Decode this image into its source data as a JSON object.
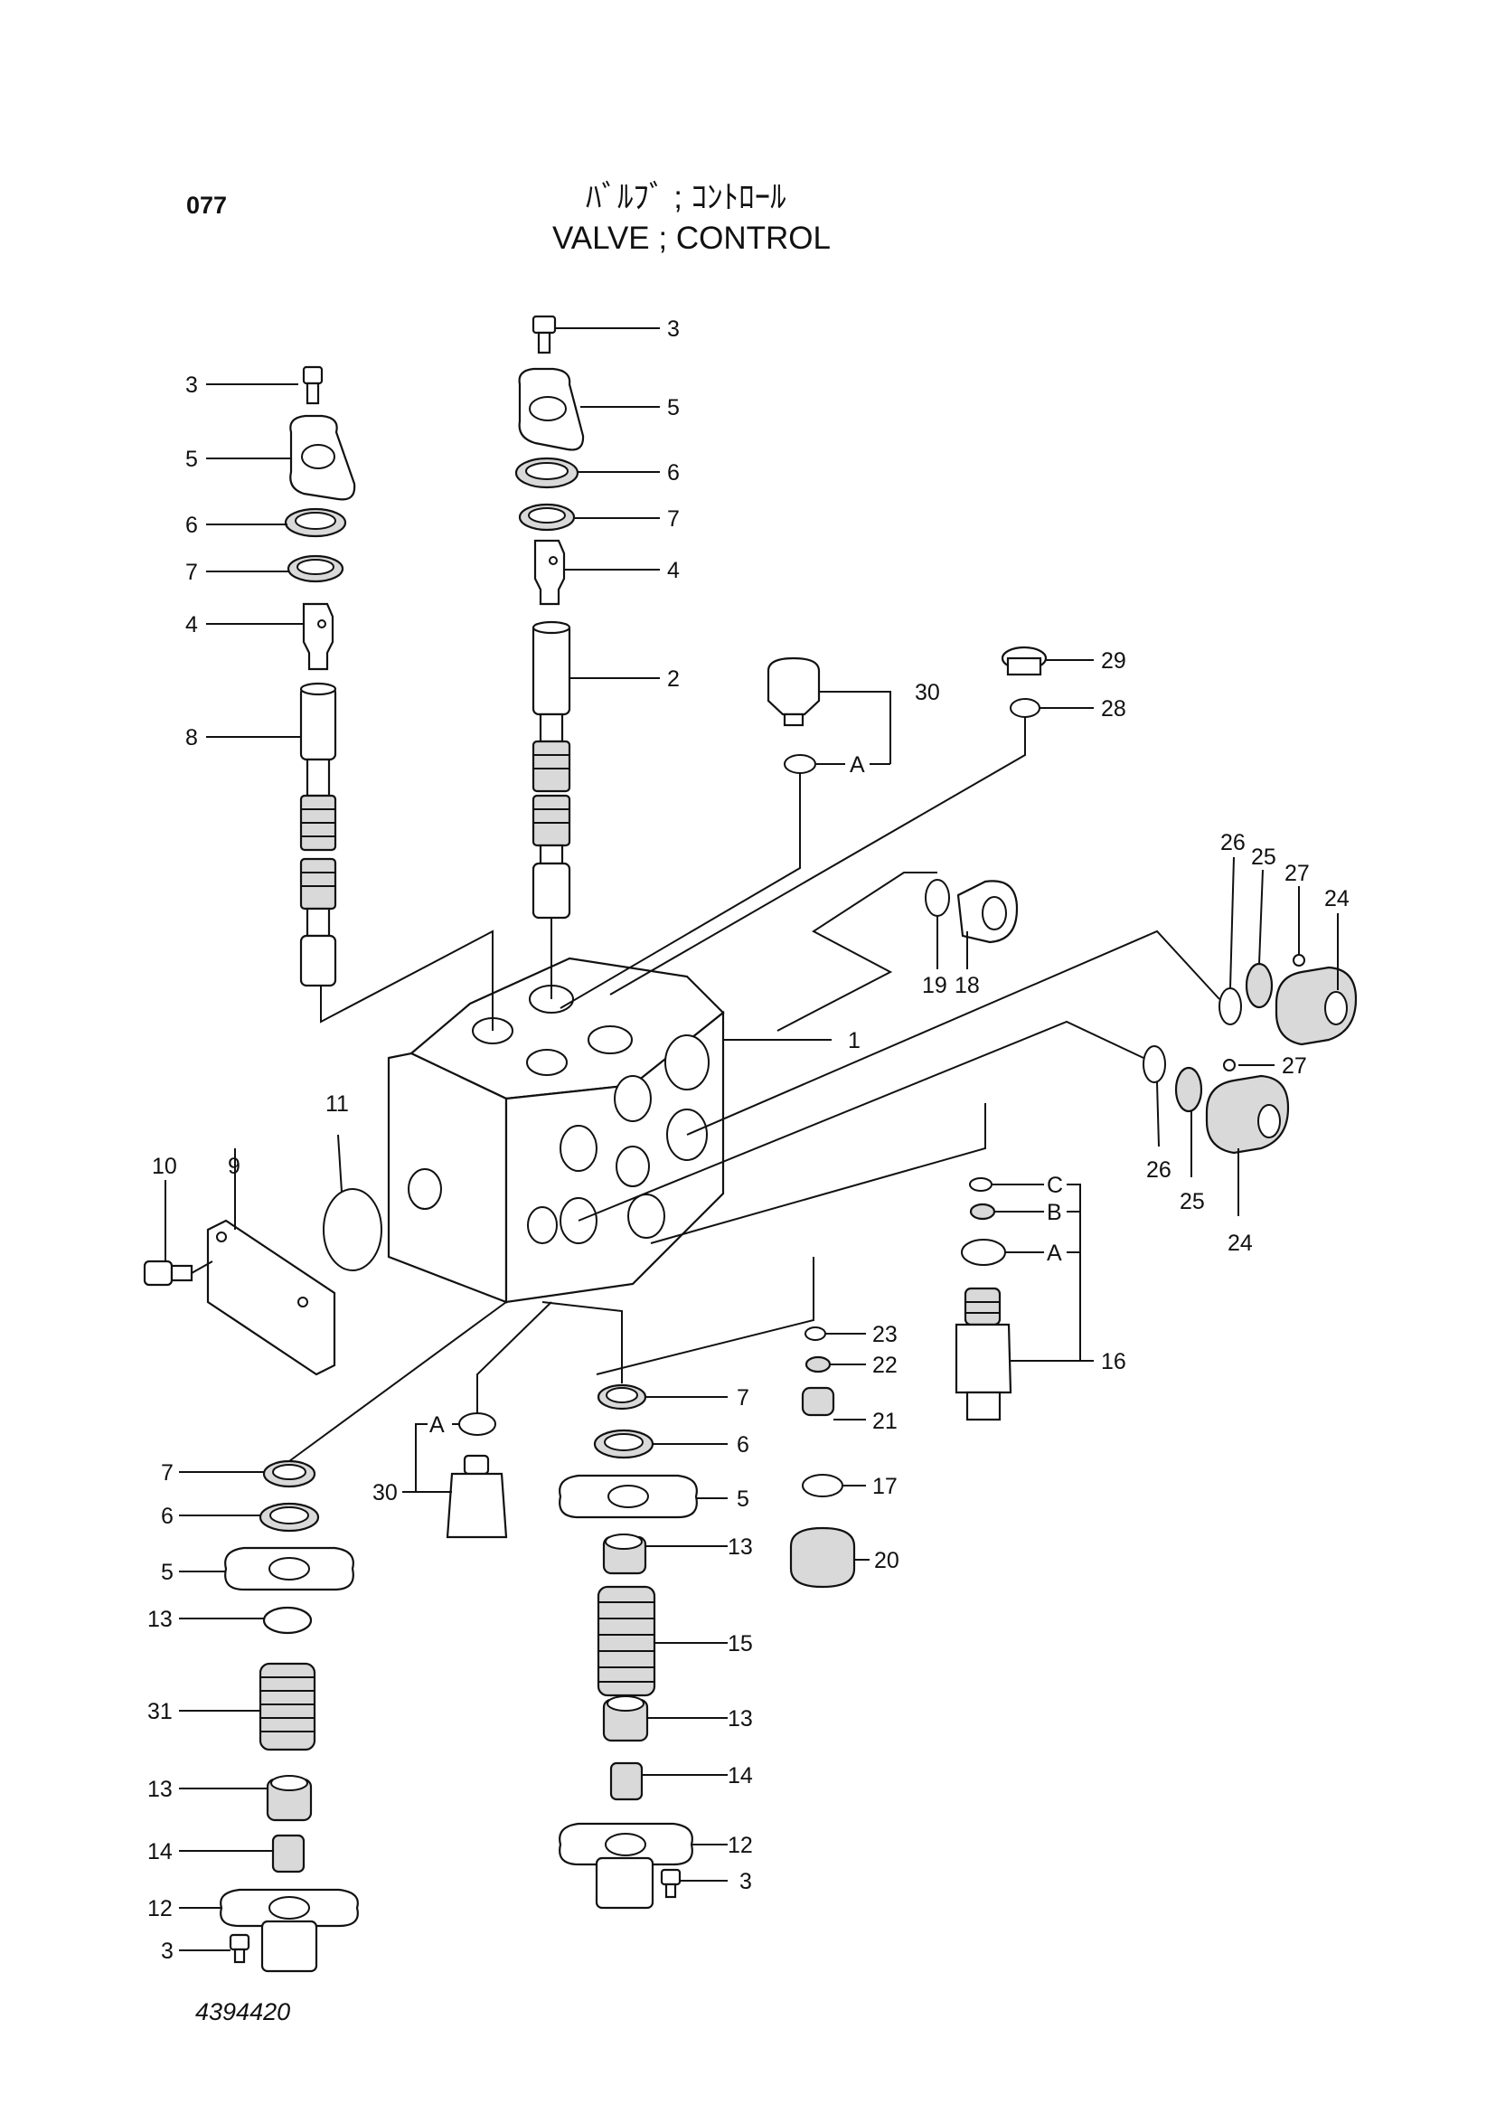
{
  "header": {
    "page_number": "077",
    "title_jp": "ﾊﾞﾙﾌﾞ ; ｺﾝﾄﾛｰﾙ",
    "title_en": "VALVE ; CONTROL"
  },
  "footer": {
    "doc_code": "4394420"
  },
  "callouts": [
    "3",
    "5",
    "6",
    "7",
    "4",
    "8",
    "3",
    "5",
    "6",
    "7",
    "4",
    "2",
    "30",
    "A",
    "29",
    "28",
    "26",
    "25",
    "27",
    "24",
    "19",
    "18",
    "1",
    "26",
    "25",
    "27",
    "24",
    "11",
    "C",
    "B",
    "A",
    "16",
    "10",
    "9",
    "23",
    "22",
    "21",
    "17",
    "20",
    "7",
    "6",
    "5",
    "13",
    "31",
    "13",
    "14",
    "12",
    "3",
    "A",
    "30",
    "7",
    "6",
    "5",
    "13",
    "15",
    "13",
    "14",
    "12",
    "3"
  ]
}
